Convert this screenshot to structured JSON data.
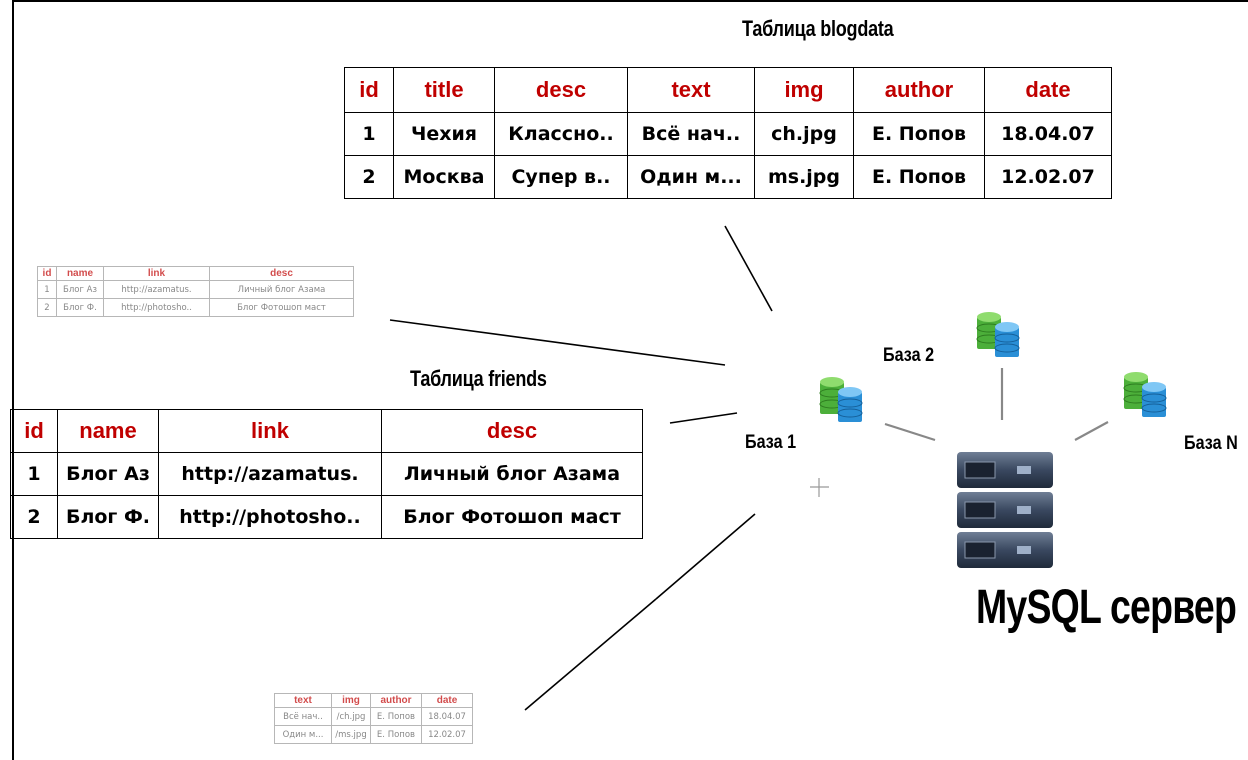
{
  "blogdata_table": {
    "title": "Таблица blogdata",
    "headers": [
      "id",
      "title",
      "desc",
      "text",
      "img",
      "author",
      "date"
    ],
    "rows": [
      [
        "1",
        "Чехия",
        "Классно..",
        "Всё нач..",
        "ch.jpg",
        "Е. Попов",
        "18.04.07"
      ],
      [
        "2",
        "Москва",
        "Супер в..",
        "Один м...",
        "ms.jpg",
        "Е. Попов",
        "12.02.07"
      ]
    ]
  },
  "friends_table": {
    "title": "Таблица friends",
    "headers": [
      "id",
      "name",
      "link",
      "desc"
    ],
    "rows": [
      [
        "1",
        "Блог Аз",
        "http://azamatus.",
        "Личный блог Азама"
      ],
      [
        "2",
        "Блог Ф.",
        "http://photosho..",
        "Блог Фотошоп маст"
      ]
    ]
  },
  "mini_friends_table": {
    "headers": [
      "id",
      "name",
      "link",
      "desc"
    ],
    "rows": [
      [
        "1",
        "Блог Аз",
        "http://azamatus.",
        "Личный блог Азама"
      ],
      [
        "2",
        "Блог Ф.",
        "http://photosho..",
        "Блог Фотошоп маст"
      ]
    ]
  },
  "mini_blog_table": {
    "headers": [
      "text",
      "img",
      "author",
      "date"
    ],
    "rows": [
      [
        "Всё нач..",
        "/ch.jpg",
        "Е. Попов",
        "18.04.07"
      ],
      [
        "Один м...",
        "/ms.jpg",
        "Е. Попов",
        "12.02.07"
      ]
    ]
  },
  "databases": {
    "db1": "База 1",
    "db2": "База 2",
    "dbn": "База N"
  },
  "server": {
    "label": "MySQL сервер",
    "icon": "server-icon"
  },
  "plus_sign": "+",
  "colors": {
    "header_red": "#c00000",
    "db_green": "#4caf3a",
    "db_blue": "#2a8fd6",
    "server_dark": "#2c3a4e"
  }
}
